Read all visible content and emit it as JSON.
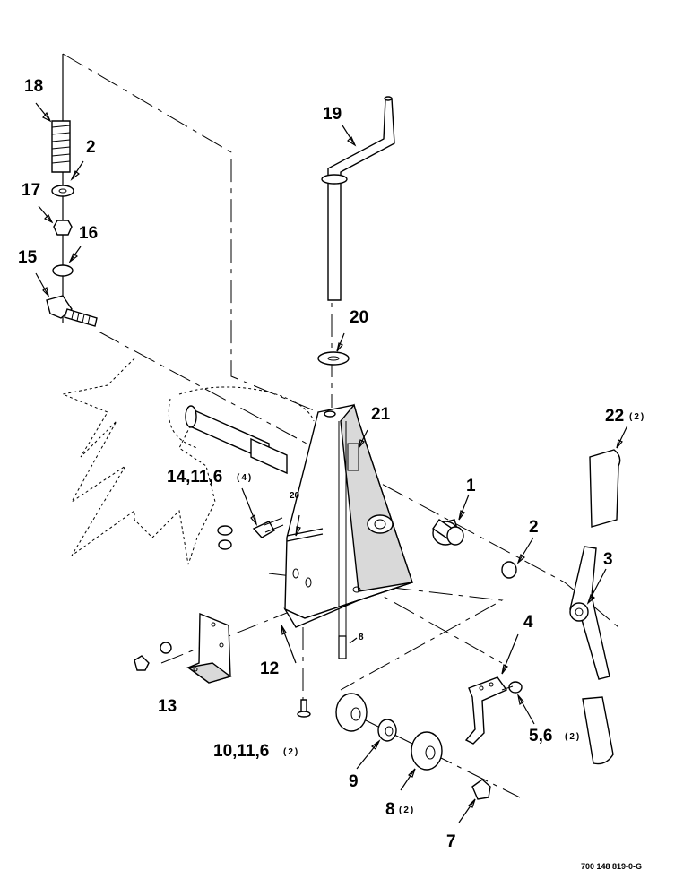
{
  "callouts": {
    "c18": "18",
    "c2_top": "2",
    "c17": "17",
    "c16": "16",
    "c15": "15",
    "c19": "19",
    "c20": "20",
    "c21": "21",
    "c22": "22",
    "c22_qty": "(2)",
    "c14_11_6": "14,11,6",
    "c14_qty": "(4)",
    "c20_small": "20",
    "c1": "1",
    "c2_right": "2",
    "c3": "3",
    "c4": "4",
    "c5_6": "5,6",
    "c5_qty": "(2)",
    "c8_small": "8",
    "c12": "12",
    "c13": "13",
    "c10_11_6": "10,11,6",
    "c10_qty": "(2)",
    "c9": "9",
    "c8": "8",
    "c8_qty": "(2)",
    "c7": "7"
  },
  "doc_number": "700 148 819-0-G"
}
